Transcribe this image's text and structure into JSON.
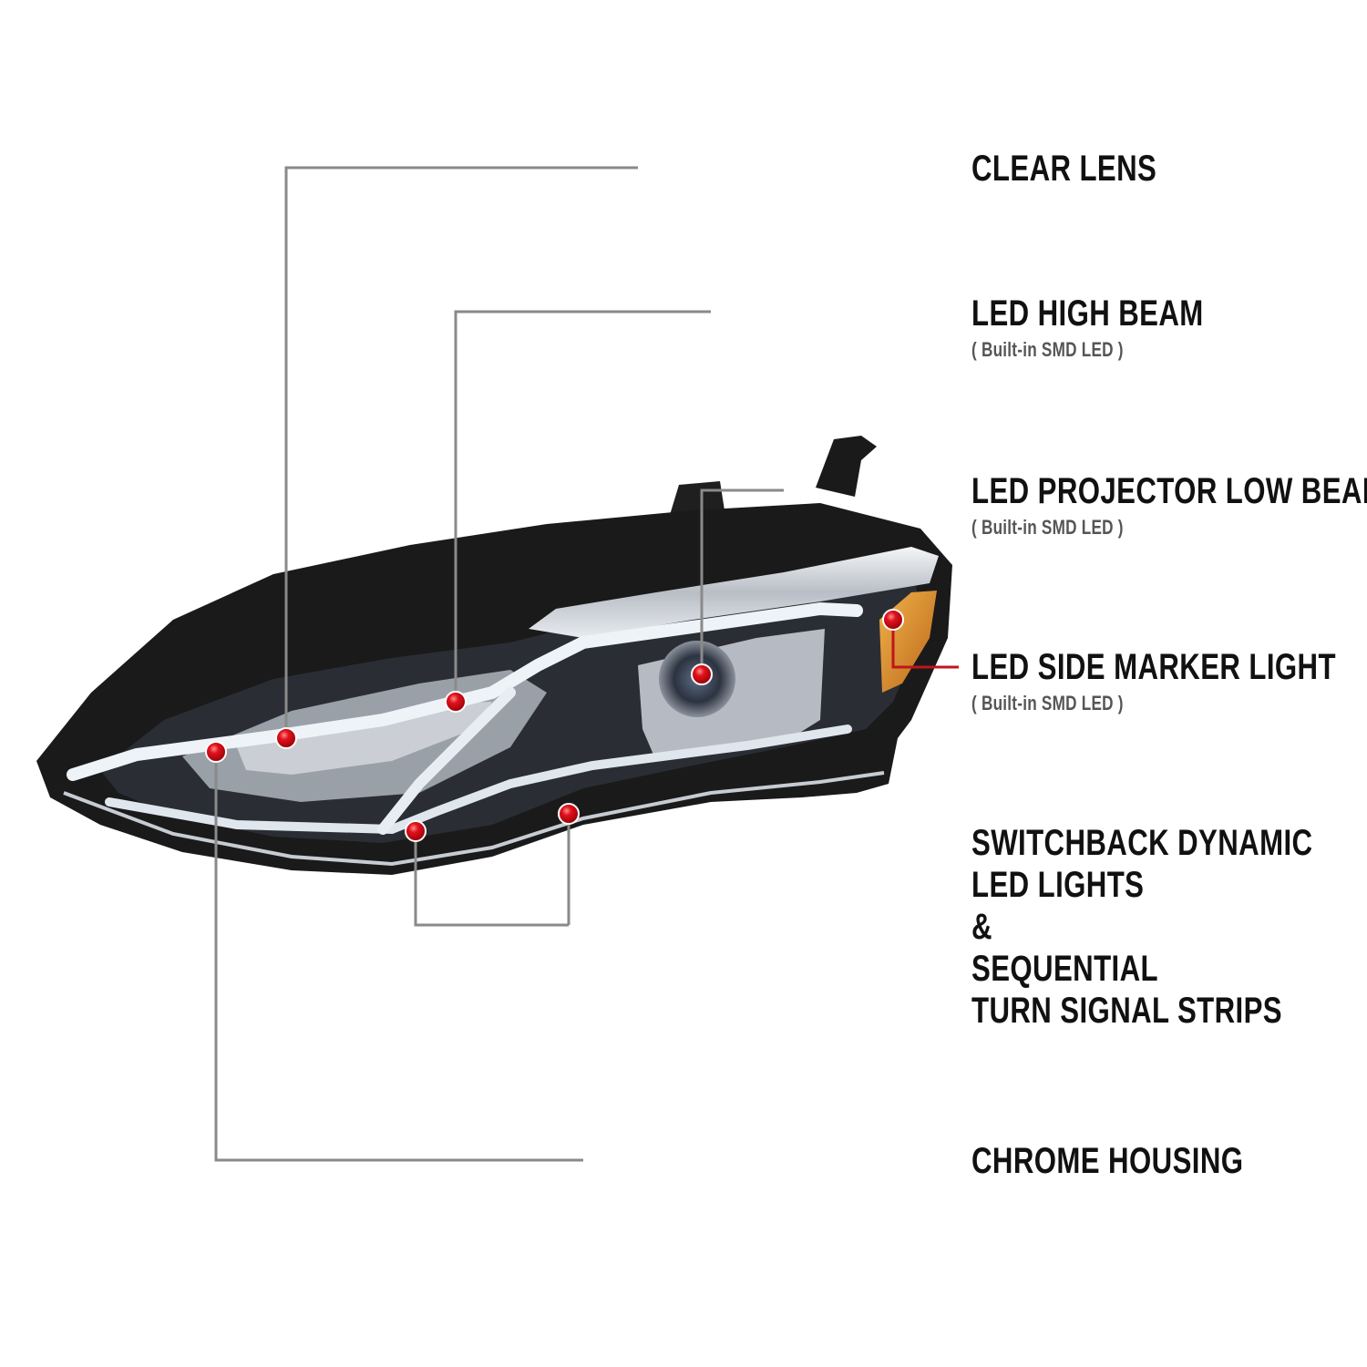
{
  "callouts": [
    {
      "title": "CLEAR LENS"
    },
    {
      "title": "LED HIGH BEAM",
      "subtitle": "( Built-in SMD LED )"
    },
    {
      "title": "LED PROJECTOR LOW BEAM",
      "subtitle": "( Built-in SMD LED )"
    },
    {
      "title": "LED SIDE MARKER LIGHT",
      "subtitle": "( Built-in SMD LED )"
    },
    {
      "lines": [
        "SWITCHBACK DYNAMIC",
        "LED LIGHTS",
        "&",
        "SEQUENTIAL",
        "TURN SIGNAL STRIPS"
      ]
    },
    {
      "title": "CHROME HOUSING"
    }
  ],
  "colors": {
    "leader_gray": "#8a8a8a",
    "leader_red": "#c0141c",
    "marker_red": "#e0121c",
    "housing_black": "#1a1a1a",
    "chrome": "#c8ccd2",
    "amber": "#d9892a"
  }
}
